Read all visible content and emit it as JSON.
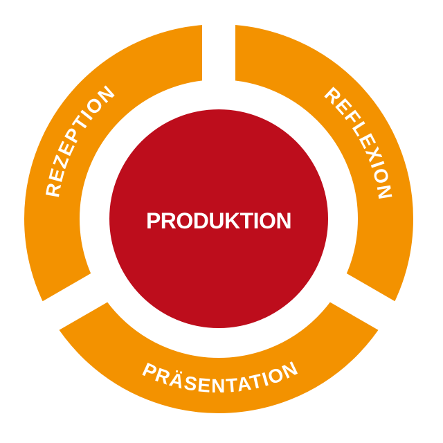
{
  "diagram": {
    "type": "cycle-ring",
    "center": {
      "label": "PRODUKTION"
    },
    "segments": [
      {
        "label": "REZEPTION",
        "position": "upper-left"
      },
      {
        "label": "REFLEXION",
        "position": "upper-right"
      },
      {
        "label": "PRÄSENTATION",
        "position": "bottom"
      }
    ],
    "colors": {
      "ring": "#F39200",
      "center_circle": "#BD0D1C",
      "label_text": "#FFFFFF",
      "background": "#FFFFFF"
    }
  }
}
